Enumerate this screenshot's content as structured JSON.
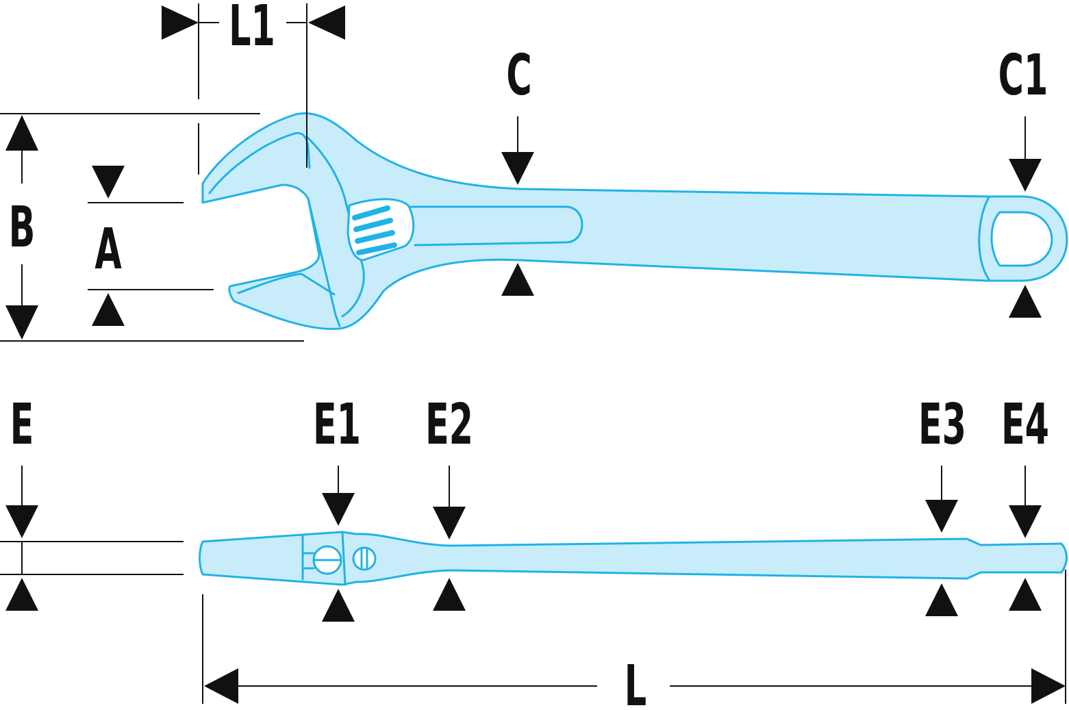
{
  "labels": {
    "L1": "L1",
    "C": "C",
    "C1": "C1",
    "B": "B",
    "A": "A",
    "E": "E",
    "E1": "E1",
    "E2": "E2",
    "E3": "E3",
    "E4": "E4",
    "L": "L"
  },
  "colors": {
    "tool_fill": "#c8ecf9",
    "tool_outline": "#1fb3e6",
    "dimension_lines": "#111111"
  }
}
